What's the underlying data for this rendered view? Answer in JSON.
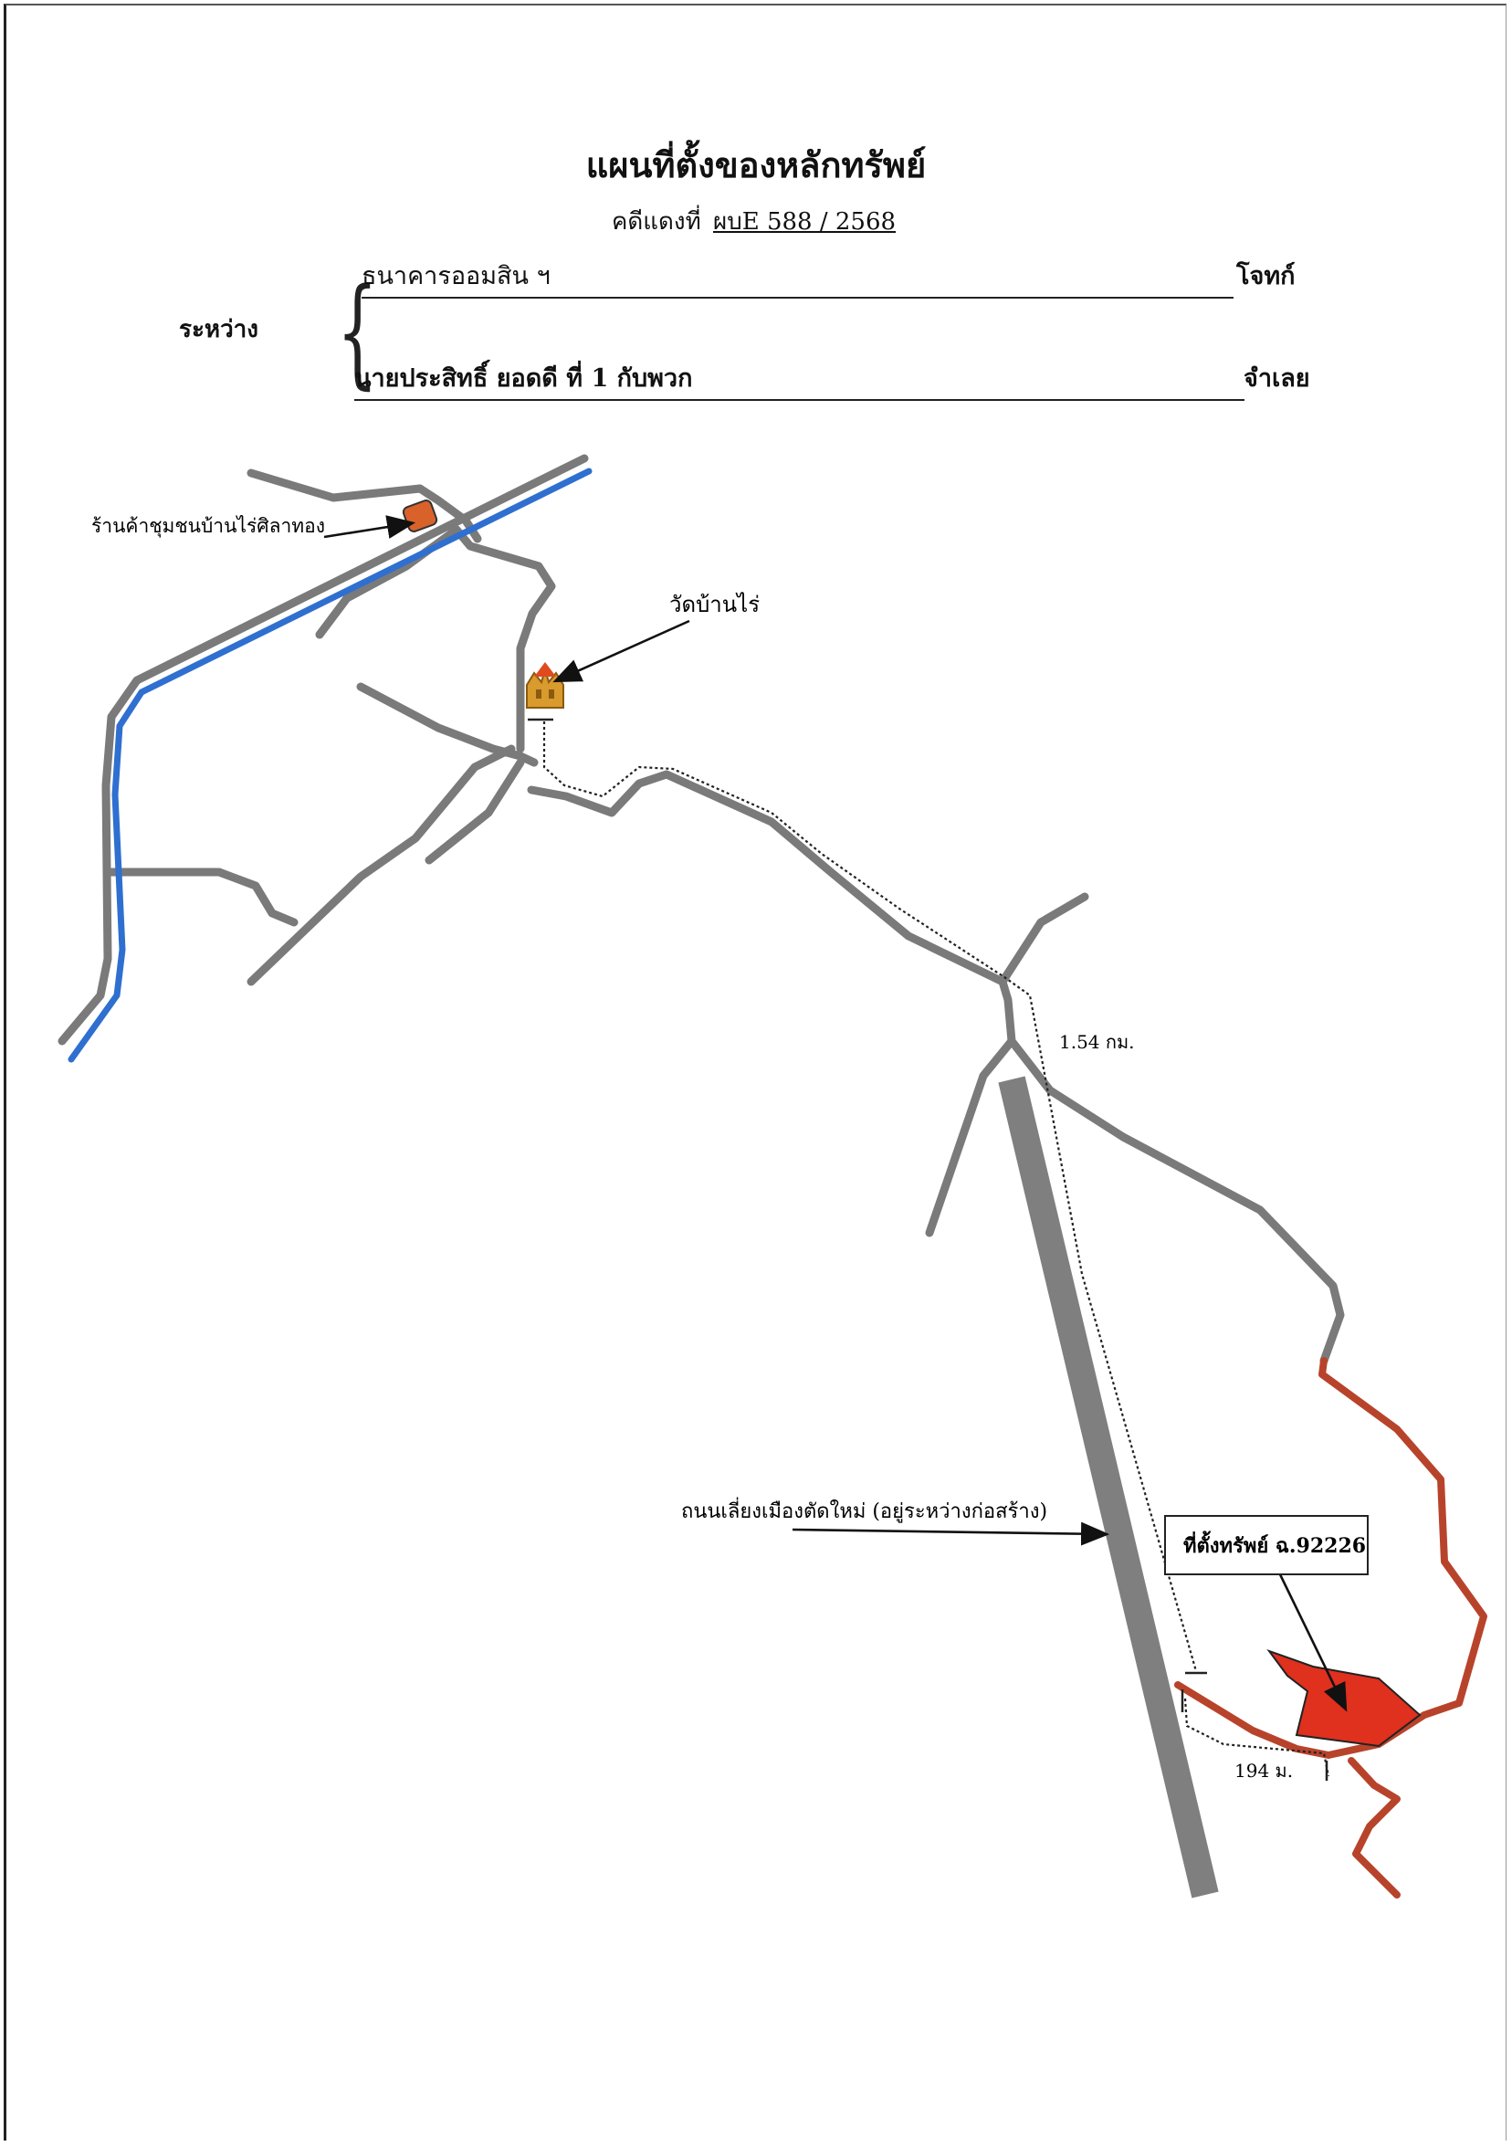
{
  "document": {
    "title": "แผนที่ตั้งของหลักทรัพย์",
    "case_label": "คดีแดงที่",
    "case_number": "ผบE 588 / 2568",
    "between_label": "ระหว่าง",
    "plaintiff": "ธนาคารออมสิน ฯ",
    "plaintiff_role": "โจทก์",
    "defendant": "นายประสิทธิ์  ยอดดี  ที่ 1 กับพวก",
    "defendant_role": "จำเลย"
  },
  "map": {
    "labels": {
      "shop": "ร้านค้าชุมชนบ้านไร่ศิลาทอง",
      "temple": "วัดบ้านไร่",
      "distance_main": "1.54 กม.",
      "new_road": "ถนนเลี่ยงเมืองตัดใหม่ (อยู่ระหว่างก่อสร้าง)",
      "property": "ที่ตั้งทรัพย์ ฉ.92226",
      "distance_short": "194 ม."
    },
    "colors": {
      "road": "#7a7a7a",
      "canal": "#2f6fd0",
      "access_road": "#b8432b",
      "property_parcel": "#e0301e",
      "shop_marker": "#d9622b",
      "temple_marker": "#d99a2e"
    },
    "icons": [
      "shop-marker-icon",
      "temple-icon"
    ]
  }
}
